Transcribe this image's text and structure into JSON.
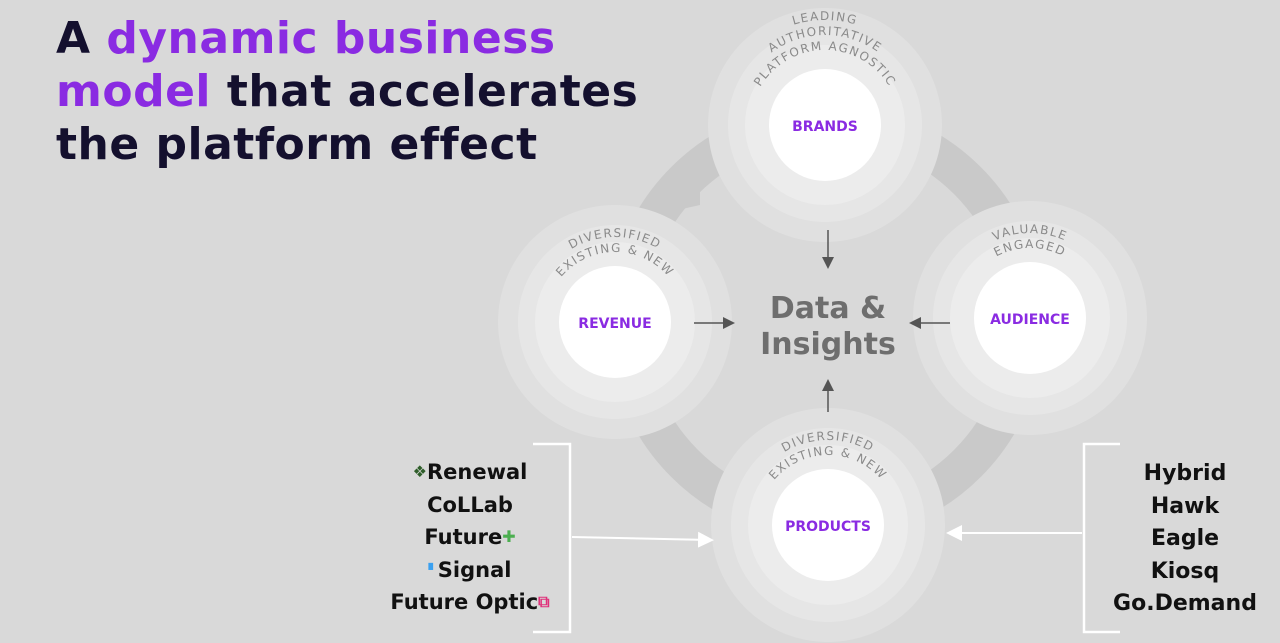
{
  "title": {
    "part1": "A ",
    "accent1": "dynamic business",
    "accent2": "model",
    "part2": " that accelerates",
    "line3": "the platform effect"
  },
  "center": {
    "line1": "Data &",
    "line2": "Insights"
  },
  "nodes": {
    "brands": {
      "label": "BRANDS",
      "rings": [
        "LEADING",
        "AUTHORITATIVE",
        "PLATFORM AGNOSTIC"
      ]
    },
    "revenue": {
      "label": "REVENUE",
      "rings": [
        "DIVERSIFIED",
        "EXISTING & NEW"
      ]
    },
    "audience": {
      "label": "AUDIENCE",
      "rings": [
        "VALUABLE",
        "ENGAGED"
      ]
    },
    "products": {
      "label": "PRODUCTS",
      "rings": [
        "DIVERSIFIED",
        "EXISTING & NEW"
      ]
    }
  },
  "left_brands": [
    "Renewal",
    "CoLLab",
    "Future",
    "Signal",
    "Future Optic"
  ],
  "right_products": [
    "Hybrid",
    "Hawk",
    "Eagle",
    "Kiosq",
    "Go.Demand"
  ],
  "colors": {
    "accent": "#8a2be2",
    "dark": "#14102e",
    "background": "#d9d9d9"
  }
}
